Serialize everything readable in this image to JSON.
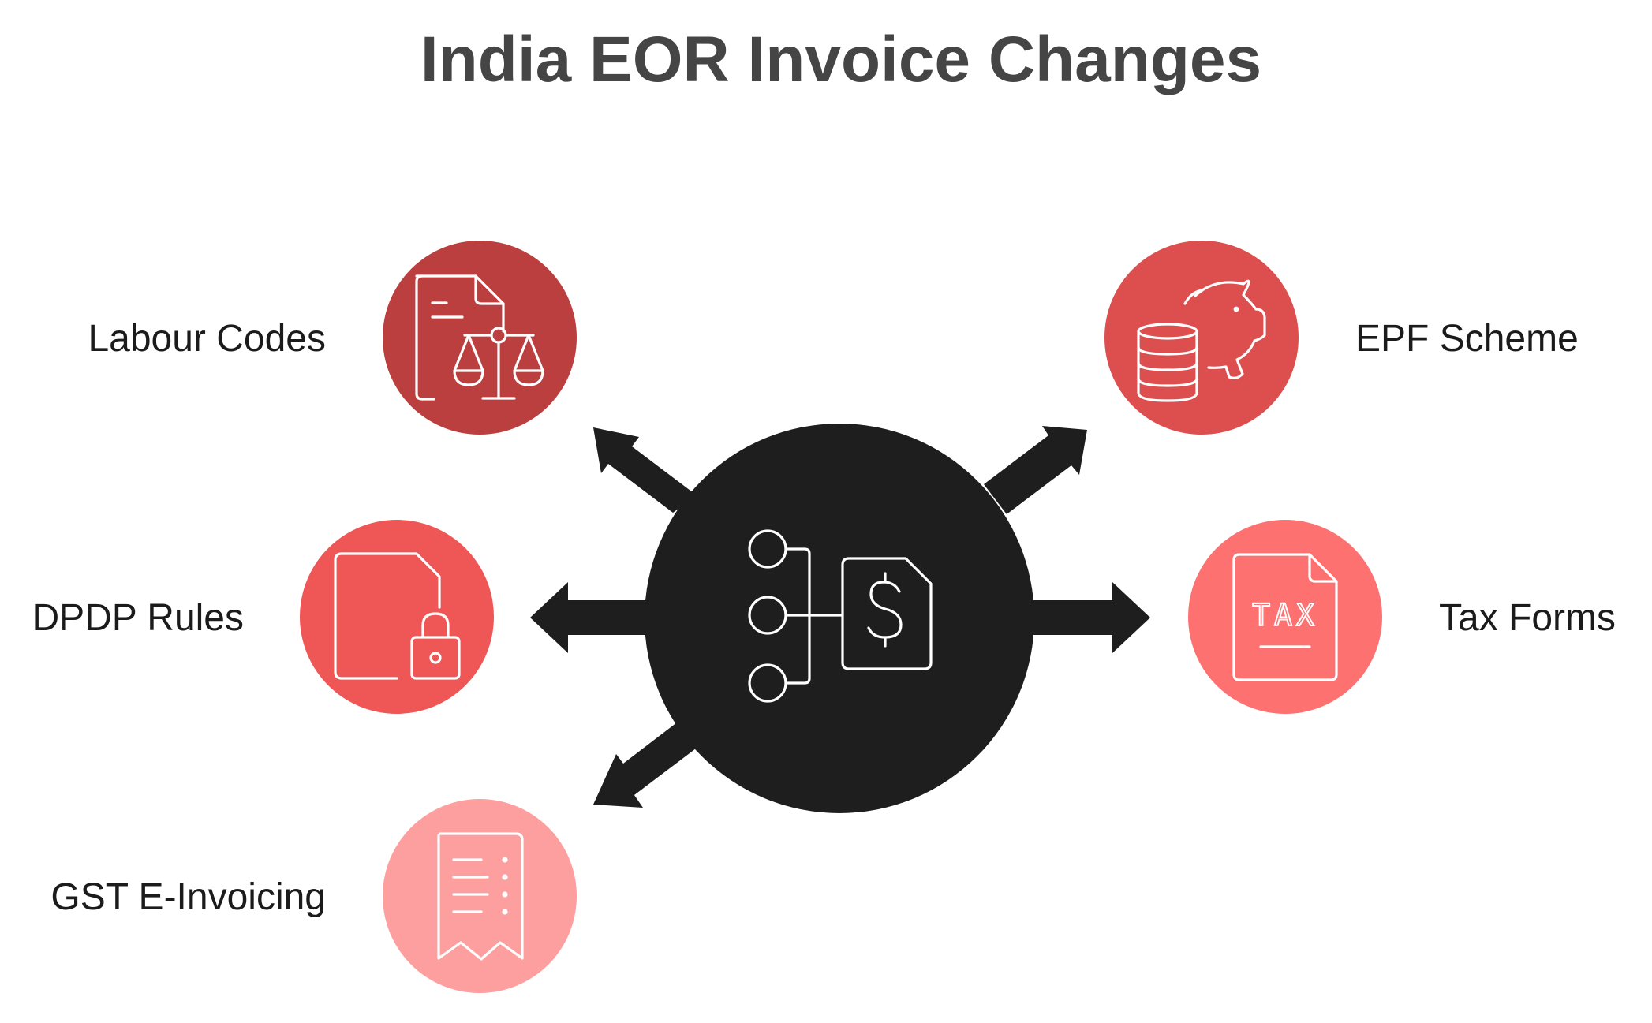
{
  "title": "India EOR Invoice Changes",
  "hub": {
    "icon": "invoice-flow-dollar-icon",
    "color": "#1e1e1e"
  },
  "nodes": [
    {
      "id": "labour-codes",
      "label": "Labour Codes",
      "icon": "legal-document-scales-icon",
      "color": "#bc3f3f"
    },
    {
      "id": "dpdp-rules",
      "label": "DPDP Rules",
      "icon": "document-lock-icon",
      "color": "#ef5656"
    },
    {
      "id": "gst-e-invoicing",
      "label": "GST E-Invoicing",
      "icon": "receipt-icon",
      "color": "#fe9f9f"
    },
    {
      "id": "epf-scheme",
      "label": "EPF Scheme",
      "icon": "piggy-bank-coins-icon",
      "color": "#dd4e4e"
    },
    {
      "id": "tax-forms",
      "label": "Tax Forms",
      "icon": "tax-document-icon",
      "color": "#fd7171"
    }
  ],
  "tax_icon_text": "TAX"
}
